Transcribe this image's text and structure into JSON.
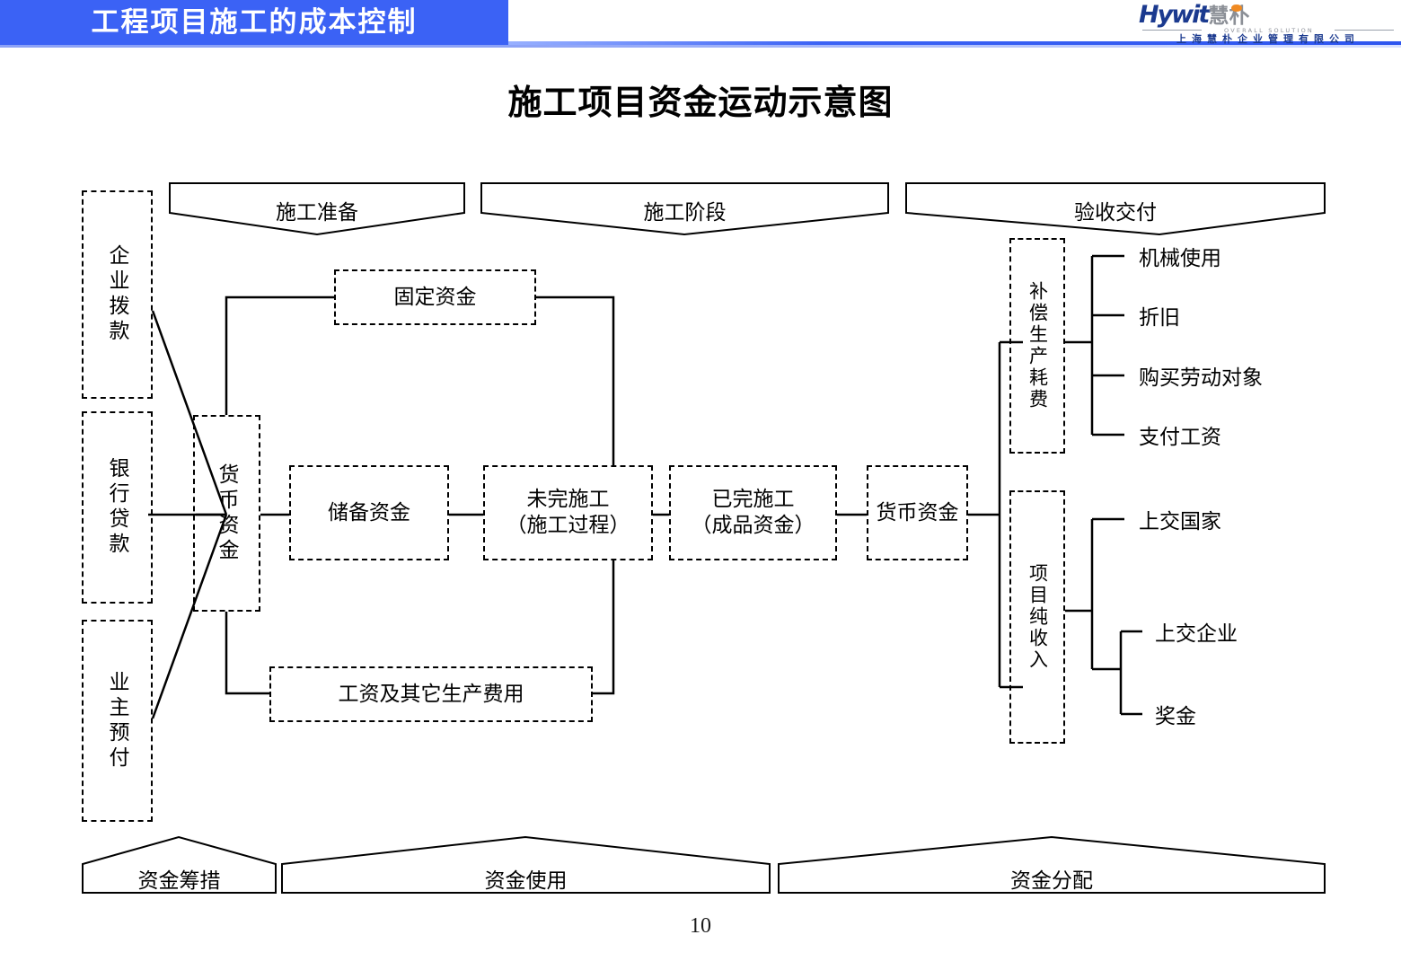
{
  "header": {
    "title": "工程项目施工的成本控制",
    "blue_color": "#3b62f5",
    "logo": {
      "wordmark": "Hywit",
      "wordmark_cn": "慧朴",
      "tagline": "OVERALL SOLUTION",
      "company": "上海慧朴企业管理有限公司"
    }
  },
  "main": {
    "title": "施工项目资金运动示意图",
    "page_number": "10",
    "top_banners": [
      {
        "label": "施工准备"
      },
      {
        "label": "施工阶段"
      },
      {
        "label": "验收交付"
      }
    ],
    "bottom_banners": [
      {
        "label": "资金筹措"
      },
      {
        "label": "资金使用"
      },
      {
        "label": "资金分配"
      }
    ],
    "sources": [
      {
        "label": "企业拨款"
      },
      {
        "label": "银行贷款"
      },
      {
        "label": "业主预付"
      }
    ],
    "funds": {
      "monetary_left": "货币资金",
      "fixed": "固定资金",
      "reserve": "储备资金",
      "wip_line1": "未完施工",
      "wip_line2": "（施工过程）",
      "done_line1": "已完施工",
      "done_line2": "（成品资金）",
      "wages": "工资及其它生产费用",
      "monetary_right": "货币资金"
    },
    "distribution": {
      "compensation": "补偿生产耗费",
      "compensation_items": [
        {
          "label": "机械使用"
        },
        {
          "label": "折旧"
        },
        {
          "label": "购买劳动对象"
        },
        {
          "label": "支付工资"
        }
      ],
      "net_income": "项目纯收入",
      "net_income_items": [
        {
          "label": "上交国家"
        },
        {
          "label": "上交企业"
        },
        {
          "label": "奖金"
        }
      ]
    }
  }
}
